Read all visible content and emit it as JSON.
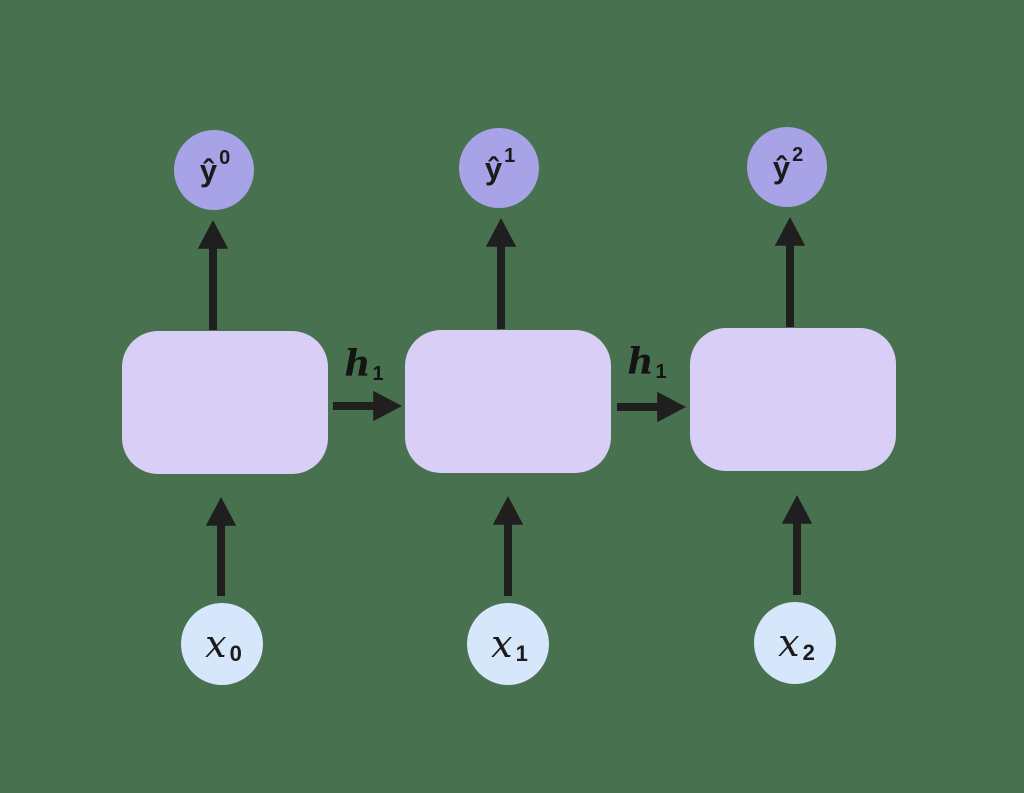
{
  "diagram": {
    "type": "unrolled recurrent neural network",
    "colors": {
      "background": "#48714f",
      "output_node_fill": "#a7a3e6",
      "cell_fill": "#d9cef5",
      "input_node_fill": "#d6e6fb",
      "arrow": "#1f1f1f",
      "text": "#1b1b1b"
    },
    "output_nodes": [
      {
        "base": "ŷ",
        "sup": "0"
      },
      {
        "base": "ŷ",
        "sup": "1"
      },
      {
        "base": "ŷ",
        "sup": "2"
      }
    ],
    "hidden_state_labels": [
      {
        "base": "h",
        "sub": "1"
      },
      {
        "base": "h",
        "sub": "1"
      }
    ],
    "input_nodes": [
      {
        "base": "x",
        "sub": "0"
      },
      {
        "base": "x",
        "sub": "1"
      },
      {
        "base": "x",
        "sub": "2"
      }
    ]
  }
}
